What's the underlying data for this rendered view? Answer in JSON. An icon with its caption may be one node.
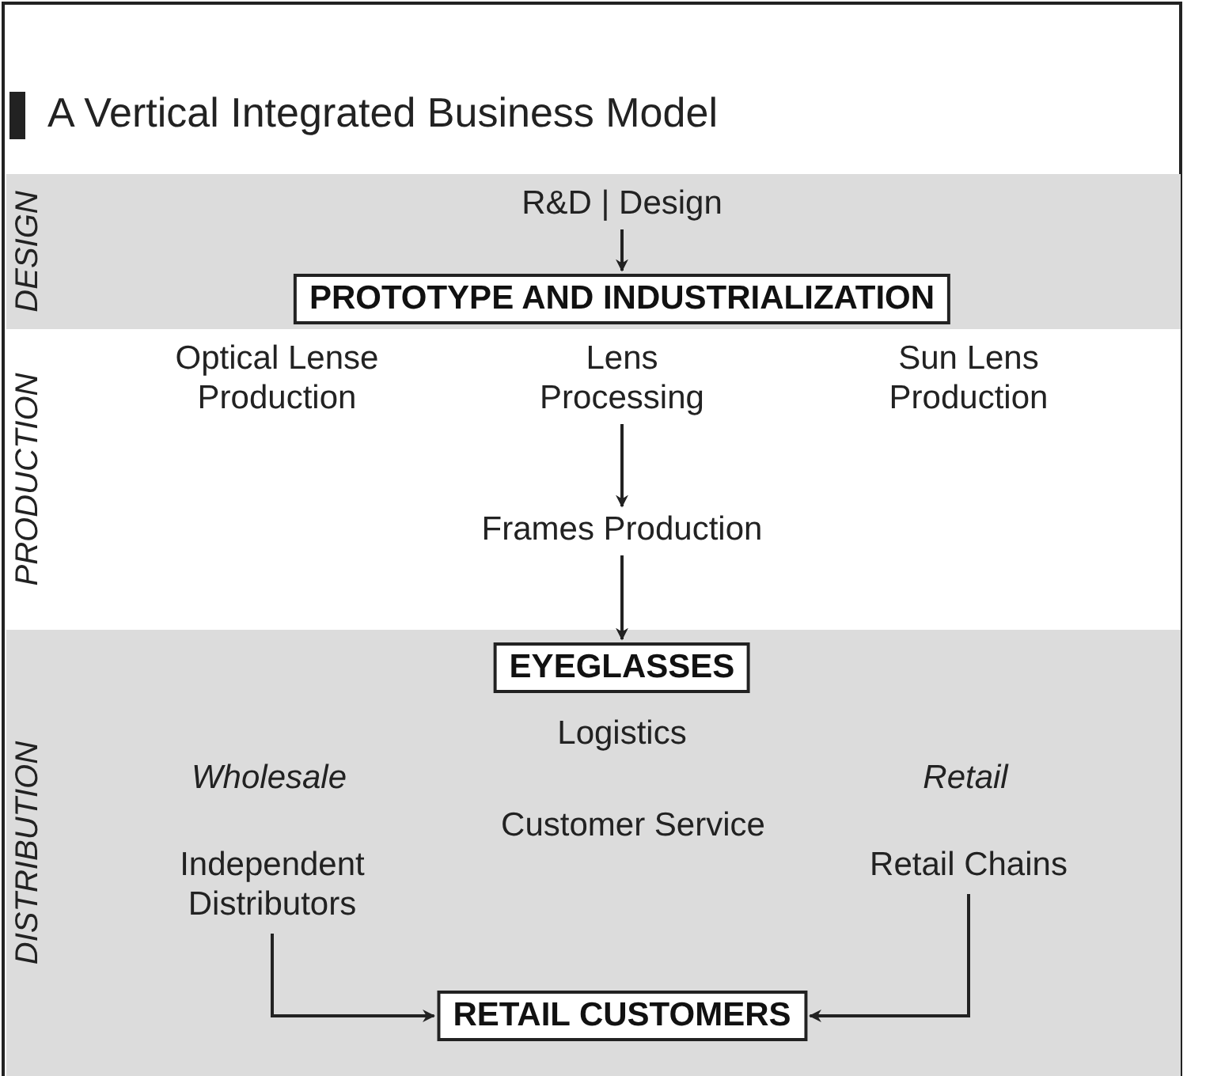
{
  "diagram": {
    "title": "A Vertical Integrated Business Model",
    "nodes": [
      {
        "text": [
          "DESIGN"
        ]
      },
      {
        "text": [
          "R&D | Design"
        ],
        "in": 0
      },
      {
        "text": [
          "PROTOTYPE AND INDUSTRIALIZATION"
        ],
        "in": 0
      },
      {
        "text": [
          "PRODUCTION"
        ]
      },
      {
        "text": [
          "Optical Lense Production"
        ],
        "in": 3
      },
      {
        "text": [
          "Lens Processing"
        ],
        "in": 3
      },
      {
        "text": [
          "Sun Lens Production"
        ],
        "in": 3
      },
      {
        "text": [
          "Frames Production"
        ],
        "in": 3
      },
      {
        "text": [
          "DISTRIBUTION"
        ]
      },
      {
        "text": [
          "EYEGLASSES"
        ],
        "in": 8
      },
      {
        "text": [
          "Independent Distributors"
        ],
        "in": 8
      },
      {
        "text": [
          "Retail Chains"
        ],
        "in": 8
      },
      {
        "text": [
          "RETAIL CUSTOMERS"
        ],
        "in": 8
      }
    ],
    "edges": [
      {
        "from": 1,
        "to": 2,
        "arrow": "to"
      },
      {
        "from": 5,
        "to": 7,
        "arrow": "to"
      },
      {
        "from": 7,
        "to": 9,
        "arrow": "to"
      },
      {
        "from": 10,
        "to": 12,
        "arrow": "to"
      },
      {
        "from": 11,
        "to": 12,
        "arrow": "to"
      }
    ],
    "labels": [
      "Logistics",
      "Wholesale",
      "Retail",
      "Customer Service"
    ]
  }
}
